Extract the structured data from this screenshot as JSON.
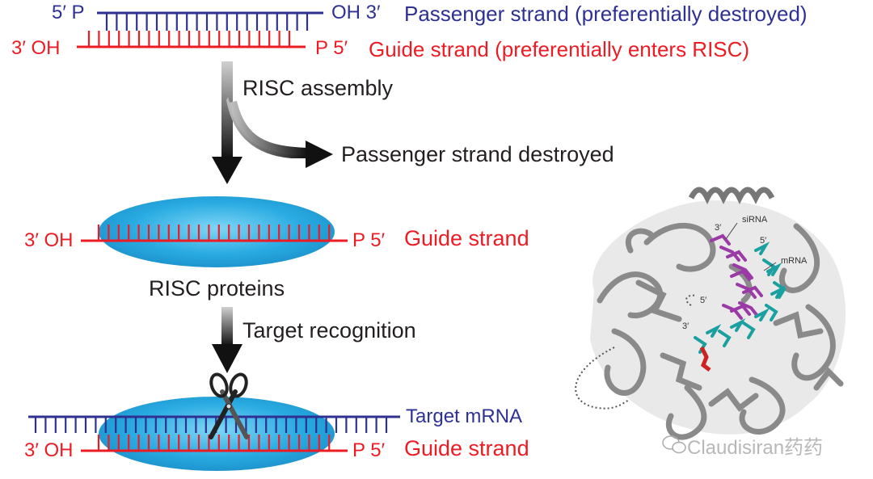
{
  "colors": {
    "passenger_blue": "#2e3192",
    "guide_red": "#ed1c24",
    "risc_blue": "#29abe2",
    "sirna_magenta": "#9b3aa6",
    "mrna_teal": "#1aa0a0",
    "protein_gray": "#8a8a8a"
  },
  "top_duplex": {
    "passenger_5p": "5′ P",
    "passenger_3p": "OH 3′",
    "passenger_label": "Passenger strand (preferentially destroyed)",
    "guide_3p": "3′ OH",
    "guide_5p": "P 5′",
    "guide_label": "Guide strand (preferentially enters RISC)"
  },
  "steps": {
    "risc_assembly": "RISC assembly",
    "passenger_destroyed": "Passenger strand destroyed",
    "risc_proteins": "RISC proteins",
    "target_recognition": "Target recognition"
  },
  "risc_complex": {
    "guide_3p": "3′ OH",
    "guide_5p": "P 5′",
    "guide_label": "Guide strand"
  },
  "cleavage": {
    "target_label": "Target mRNA",
    "guide_3p": "3′ OH",
    "guide_5p": "P 5′",
    "guide_label": "Guide strand",
    "scissors_icon": "scissors-icon"
  },
  "structure": {
    "sirna_label": "siRNA",
    "mrna_label": "mRNA",
    "label_3p_top": "3′",
    "label_5p_top": "5′",
    "label_5p_mid": "5′",
    "label_3p_mid": "3′"
  },
  "watermark": "Claudisiran药药"
}
